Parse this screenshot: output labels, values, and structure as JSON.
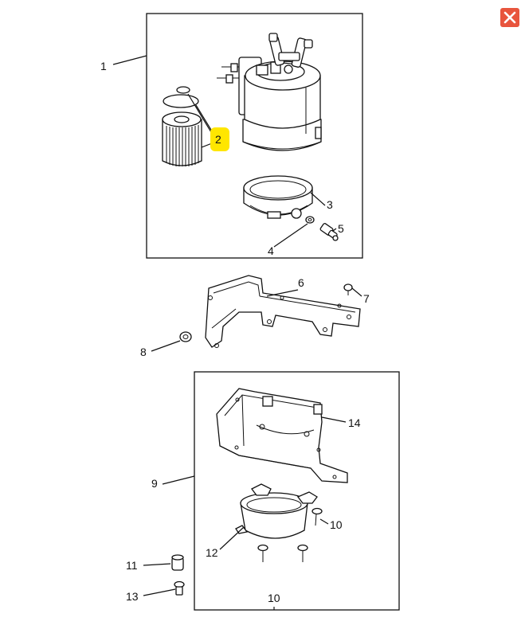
{
  "colors": {
    "highlight": "#ffe600",
    "close_button": "#e8553d",
    "line": "#111111"
  },
  "icons": {
    "close": "close-icon"
  },
  "callouts": {
    "c1": "1",
    "c2": "2",
    "c3": "3",
    "c4": "4",
    "c5": "5",
    "c6": "6",
    "c7": "7",
    "c8": "8",
    "c9": "9",
    "c10a": "10",
    "c10b": "10",
    "c11": "11",
    "c12": "12",
    "c13": "13",
    "c14": "14"
  }
}
